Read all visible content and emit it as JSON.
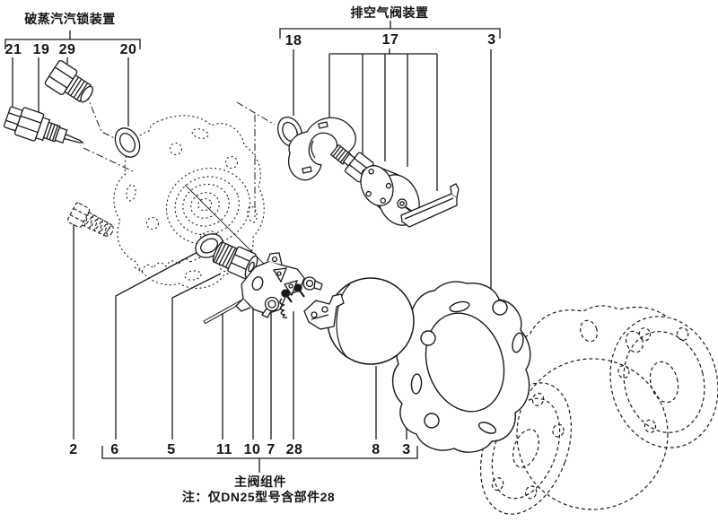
{
  "labels": {
    "steam_lock_title": "破蒸汽汽锁装置",
    "air_vent_title": "排空气阀装置",
    "main_valve_title": "主阀组件",
    "note": "注：仅DN25型号含部件28"
  },
  "callouts": {
    "steam_lock": [
      "21",
      "19",
      "29",
      "20"
    ],
    "air_vent": [
      "18",
      "17",
      "3"
    ],
    "main_valve": [
      "2",
      "6",
      "5",
      "11",
      "10",
      "7",
      "28",
      "8",
      "3"
    ]
  },
  "colors": {
    "line": "#1a1a1a",
    "background": "#ffffff"
  }
}
